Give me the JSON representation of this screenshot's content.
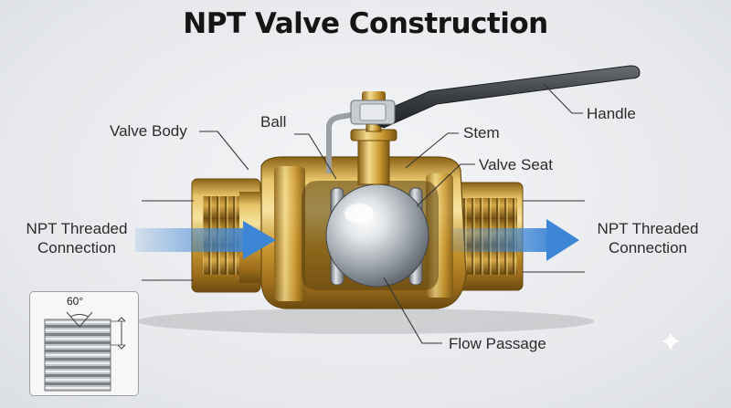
{
  "title": "NPT Valve Construction",
  "labels": {
    "valve_body": "Valve Body",
    "ball": "Ball",
    "stem": "Stem",
    "handle": "Handle",
    "valve_seat": "Valve Seat",
    "inlet_line1": "NPT Threaded",
    "inlet_line2": "Connection",
    "outlet_line1": "NPT Threaded",
    "outlet_line2": "Connection",
    "flow_passage": "Flow Passage"
  },
  "inset": {
    "angle": "60°"
  },
  "colors": {
    "brass": "#c9972f",
    "brass_light": "#f0d27a",
    "brass_dark": "#7a5512",
    "steel": "#aeb4ba",
    "handle": "#4a4d52",
    "flow_arrow": "#3d86d6"
  }
}
